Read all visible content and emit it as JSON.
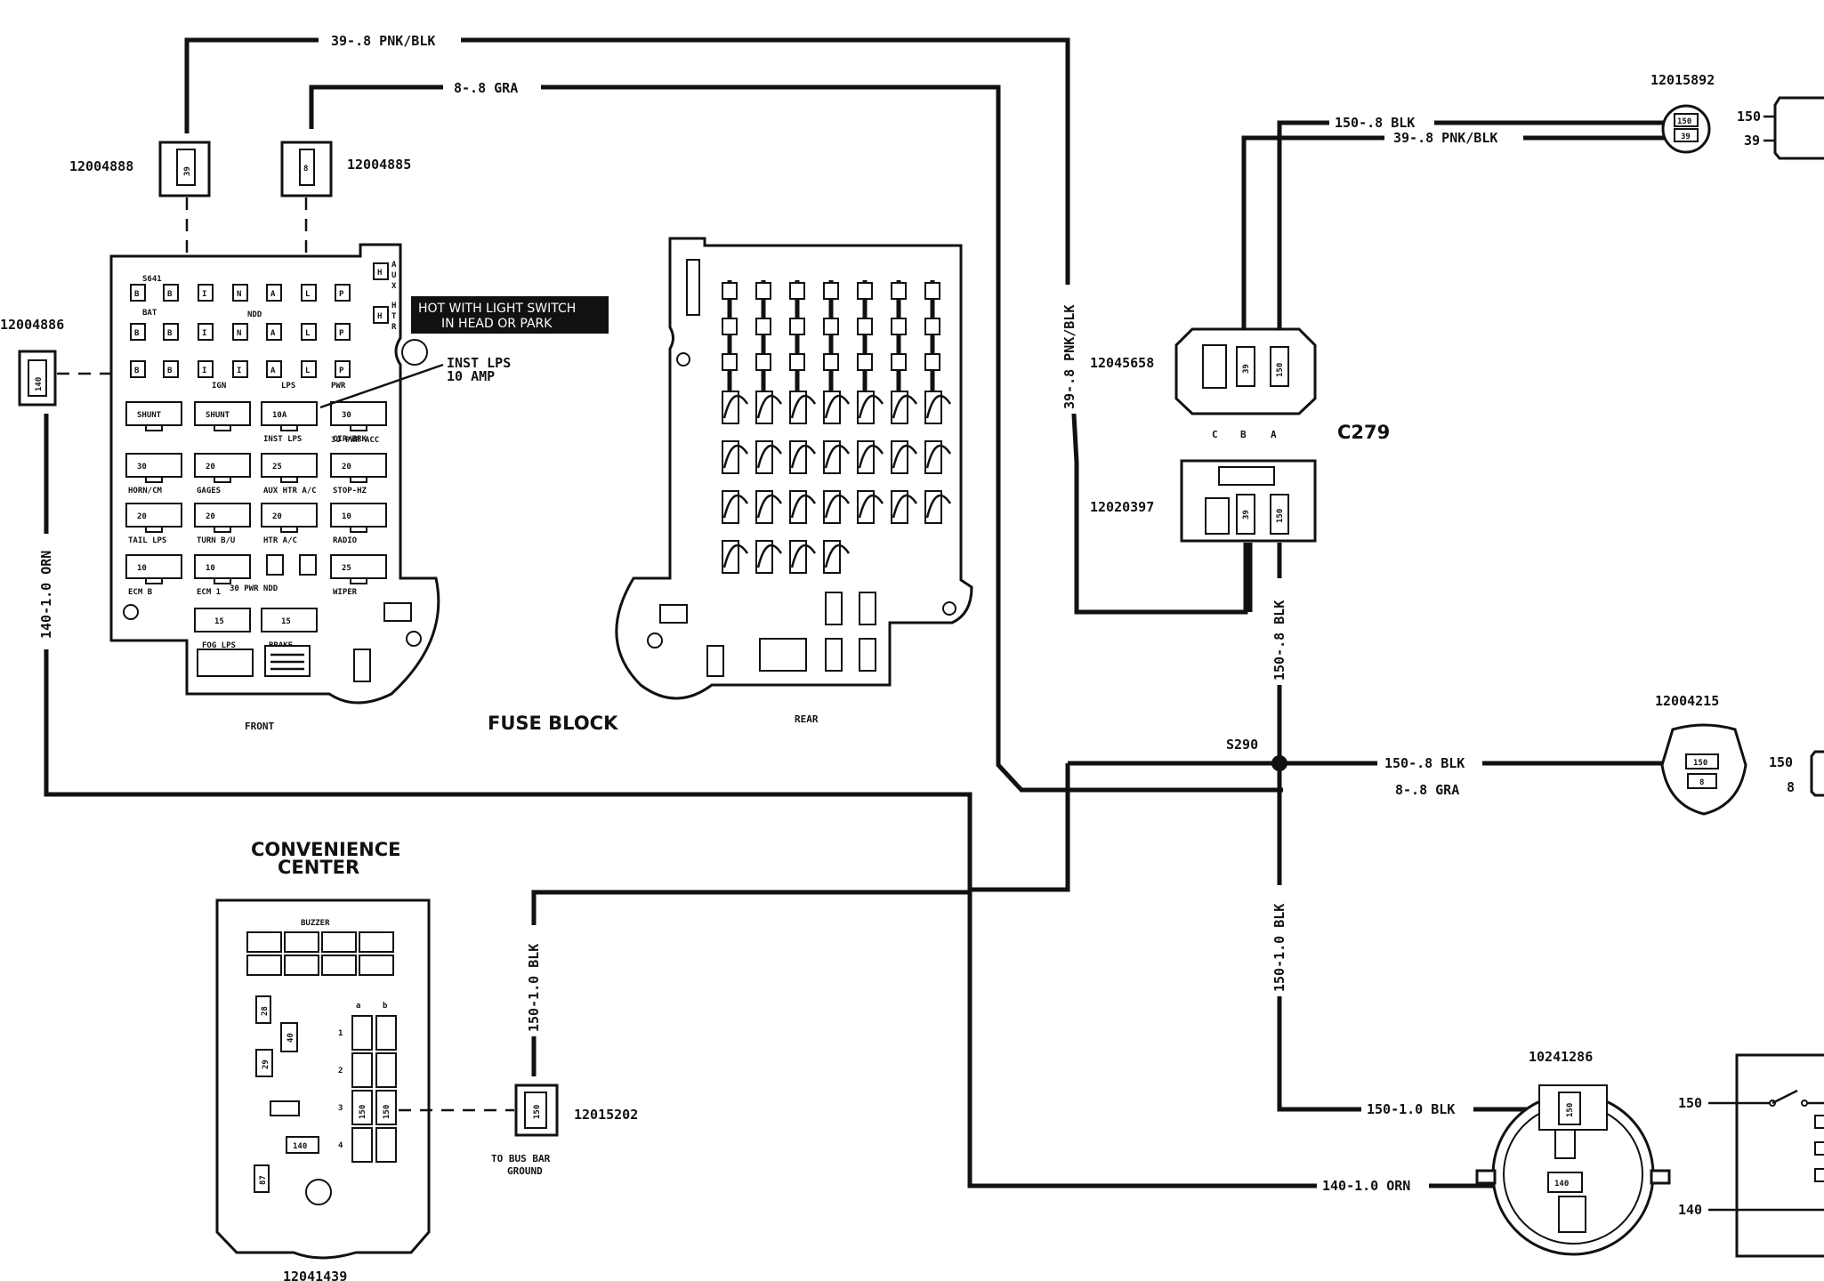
{
  "wires": {
    "w39_pnk_blk_top": "39-.8 PNK/BLK",
    "w8_gra_top": "8-.8 GRA",
    "w39_pnk_blk_vert": "39-.8 PNK/BLK",
    "w150_blk_top": "150-.8 BLK",
    "w39_pnk_blk_right": "39-.8 PNK/BLK",
    "w140_orn_left": "140-1.0 ORN",
    "w150_blk_vert_upper": "150-.8 BLK",
    "w150_blk_right": "150-.8 BLK",
    "w8_gra_right": "8-.8 GRA",
    "w150_blk_vert_lower": "150-1.0 BLK",
    "w150_blk_bottom": "150-1.0 BLK",
    "w140_orn_bottom": "140-1.0 ORN",
    "w150_blk_ground": "150-1.0 BLK"
  },
  "connectors": {
    "c12004888": {
      "part": "12004888",
      "pin": "39"
    },
    "c12004885": {
      "part": "12004885",
      "pin": "8"
    },
    "c12004886": {
      "part": "12004886",
      "pin": "140"
    },
    "c12015892": {
      "part": "12015892",
      "pins": [
        "150",
        "39"
      ]
    },
    "c12045658": {
      "part": "12045658",
      "pins": [
        "39",
        "150"
      ],
      "letters": [
        "C",
        "B",
        "A"
      ]
    },
    "c12020397": {
      "part": "12020397",
      "pins": [
        "39",
        "150"
      ]
    },
    "c279": "C279",
    "c12004215": {
      "part": "12004215",
      "pins": [
        "150",
        "8"
      ]
    },
    "c10241286": {
      "part": "10241286",
      "pins": [
        "150",
        "140"
      ]
    },
    "c12015202": {
      "part": "12015202",
      "pin": "150"
    },
    "c12041439": "12041439"
  },
  "splice": "S290",
  "right_pin_labels": {
    "top_150": "150",
    "top_39": "39",
    "mid_150": "150",
    "mid_8": "8",
    "bot_150": "150",
    "bot_140": "140"
  },
  "fuse_block": {
    "title": "FUSE BLOCK",
    "front": "FRONT",
    "rear": "REAR",
    "callout_hot": [
      "HOT WITH LIGHT SWITCH",
      "IN HEAD OR PARK"
    ],
    "callout_inst": [
      "INST LPS",
      "10 AMP"
    ],
    "side_aux": [
      "A",
      "U",
      "X"
    ],
    "side_htr": [
      "H",
      "T",
      "R"
    ],
    "relay_letters_row1": [
      "B",
      "B",
      "I",
      "N",
      "A",
      "L",
      "P"
    ],
    "relay_letters_row2": [
      "B",
      "B",
      "I",
      "N",
      "A",
      "L",
      "P"
    ],
    "relay_letters_row3": [
      "B",
      "B",
      "I",
      "I",
      "A",
      "L",
      "P"
    ],
    "bus_labels": {
      "bat": "BAT",
      "s641": "S641",
      "ndd": "NDD",
      "ign": "IGN",
      "lps": "LPS",
      "pwr": "PWR"
    },
    "fuses": [
      {
        "v": "SHUNT",
        "n": ""
      },
      {
        "v": "SHUNT",
        "n": ""
      },
      {
        "v": "10A",
        "n": "INST LPS"
      },
      {
        "v": "30",
        "n": "CIR/BRK"
      },
      {
        "v": "30",
        "n": "HORN/CM"
      },
      {
        "v": "20",
        "n": "GAGES"
      },
      {
        "v": "25",
        "n": "AUX HTR A/C"
      },
      {
        "v": "20",
        "n": "STOP-HZ"
      },
      {
        "v": "20",
        "n": "TAIL LPS"
      },
      {
        "v": "20",
        "n": "TURN B/U"
      },
      {
        "v": "20",
        "n": "HTR A/C"
      },
      {
        "v": "10",
        "n": "RADIO"
      },
      {
        "v": "10",
        "n": "ECM B"
      },
      {
        "v": "10",
        "n": "ECM 1"
      },
      {
        "v": "25",
        "n": "WIPER"
      },
      {
        "v": "15",
        "n": "FOG LPS"
      },
      {
        "v": "15",
        "n": "BRAKE"
      }
    ],
    "pwr_acc": "30 PWR ACC",
    "pwr_ndd": "30 PWR NDD"
  },
  "convenience_center": {
    "title": [
      "CONVENIENCE",
      "CENTER"
    ],
    "buzzer": "BUZZER",
    "cols": [
      "a",
      "b"
    ],
    "rows": [
      "1",
      "2",
      "3",
      "4"
    ],
    "pins": [
      "150",
      "150"
    ],
    "parts": [
      "28",
      "40",
      "29",
      "140",
      "87"
    ]
  },
  "ground_label": [
    "TO BUS BAR",
    "GROUND"
  ]
}
